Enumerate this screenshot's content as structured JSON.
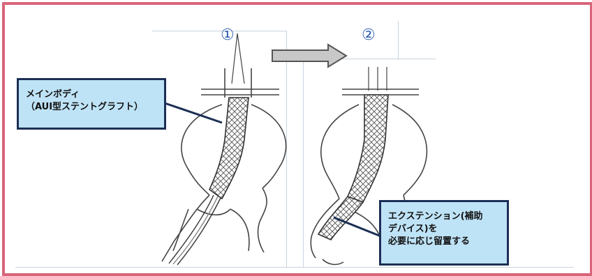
{
  "steps": {
    "step1": "①",
    "step2": "②"
  },
  "callouts": {
    "main_body_line1": "メインボディ",
    "main_body_line2": "（AUI型ステントグラフト）",
    "extension_line1": "エクステンション(補助",
    "extension_line2": "デバイス)を",
    "extension_line3": "必要に応じ留置する"
  },
  "colors": {
    "frame_border": "#d9657a",
    "callout_fill": "#bfe3f6",
    "callout_border": "#1c2f55",
    "step_number": "#2c5fb3",
    "arrow_fill": "#c8c8c8"
  },
  "icons": {
    "transition": "right-arrow-icon"
  }
}
